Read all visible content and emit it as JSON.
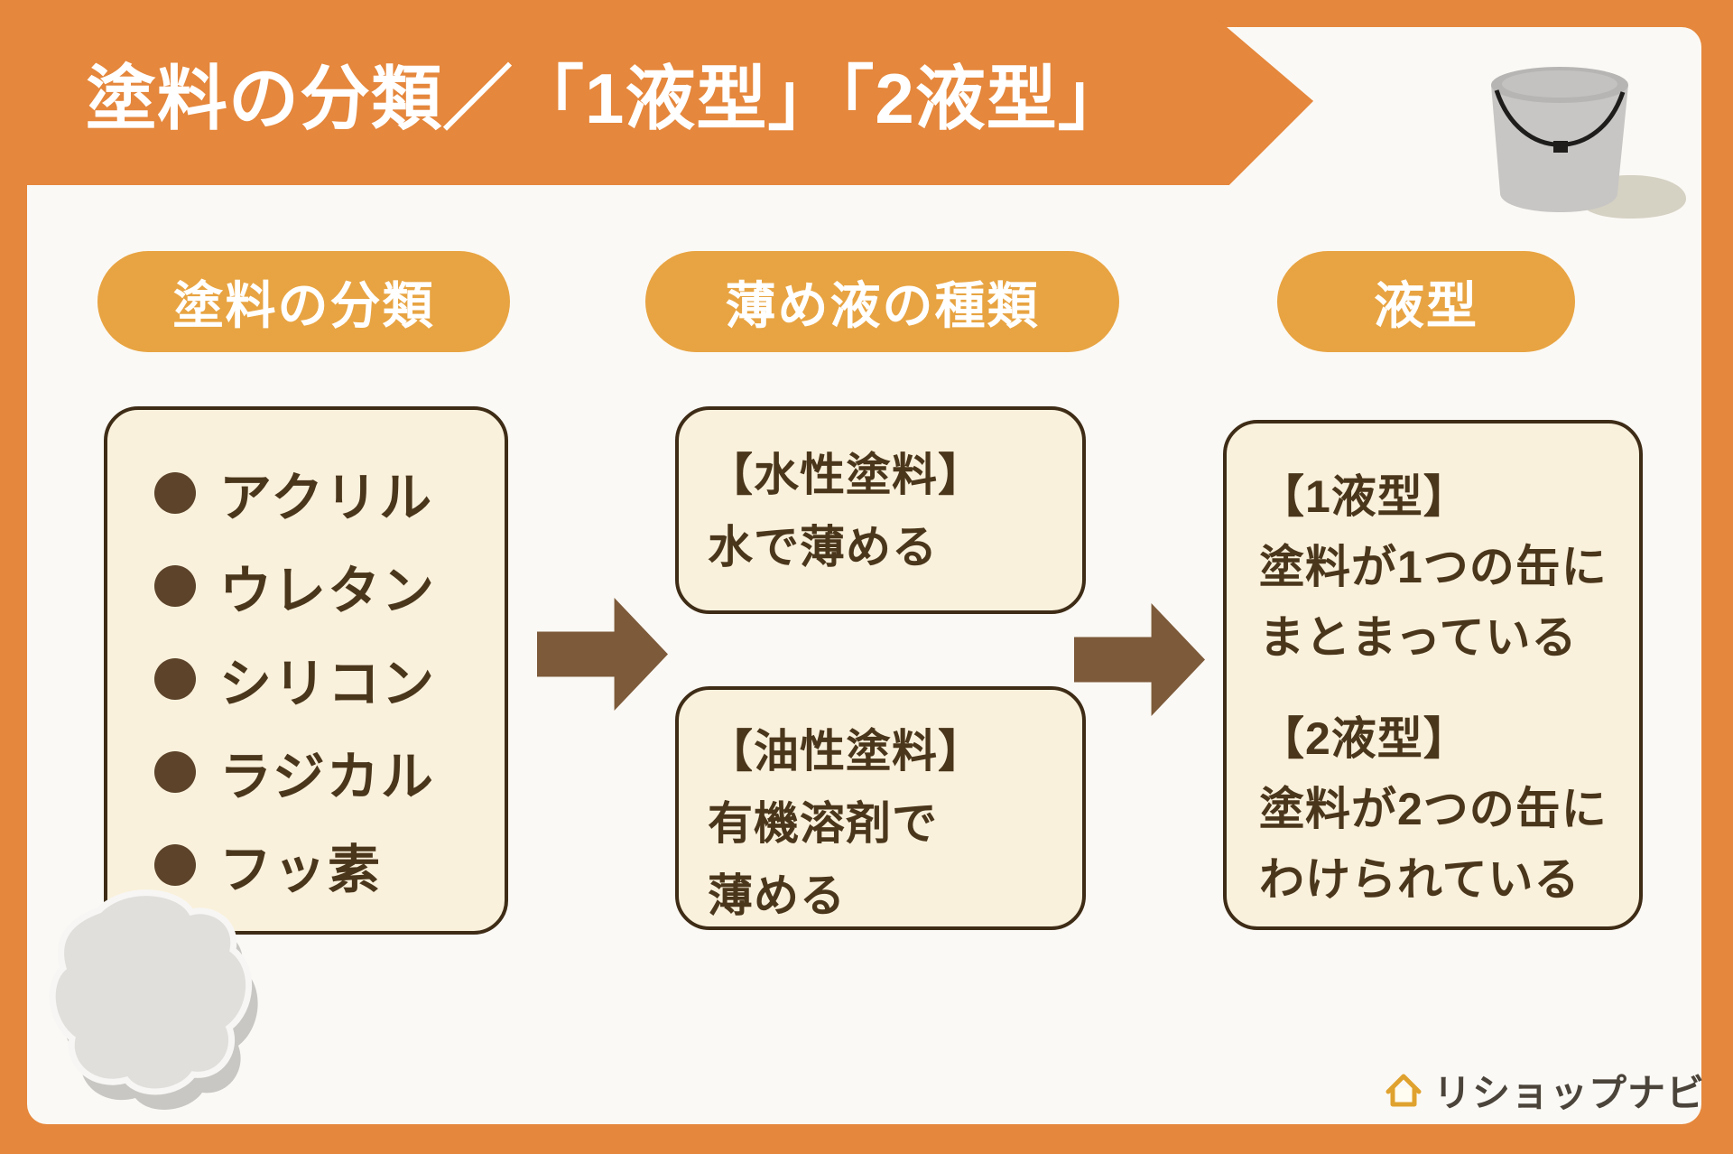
{
  "title": "塗料の分類／「1液型」「2液型」",
  "columns": [
    {
      "header": "塗料の分類",
      "items": [
        "アクリル",
        "ウレタン",
        "シリコン",
        "ラジカル",
        "フッ素"
      ]
    },
    {
      "header": "薄め液の種類",
      "boxes": [
        {
          "lines": [
            "【水性塗料】",
            "水で薄める"
          ]
        },
        {
          "lines": [
            "【油性塗料】",
            "有機溶剤で",
            "薄める"
          ]
        }
      ]
    },
    {
      "header": "液型",
      "entries": [
        {
          "heading": "【1液型】",
          "lines": [
            "塗料が1つの缶に",
            "まとまっている"
          ]
        },
        {
          "heading": "【2液型】",
          "lines": [
            "塗料が2つの缶に",
            "わけられている"
          ]
        }
      ]
    }
  ],
  "logo": {
    "text": "リショップナビ",
    "icon": "house-icon"
  },
  "icons": {
    "flow_arrows": "right-arrow",
    "list_bullets": "filled-circle",
    "decorations": [
      "paint-bucket",
      "paint-splash"
    ]
  },
  "colors": {
    "frame_orange": "#E5873C",
    "pill_orange": "#E8A442",
    "panel_cream": "#FAF1DC",
    "outline_brown": "#3E2C16",
    "text_brown": "#4A361B",
    "arrow_brown": "#7D5A3A",
    "card_white": "#FBF9F5",
    "splash_gray": "#E0DFDC",
    "bucket_gray": "#C7C6C4"
  }
}
